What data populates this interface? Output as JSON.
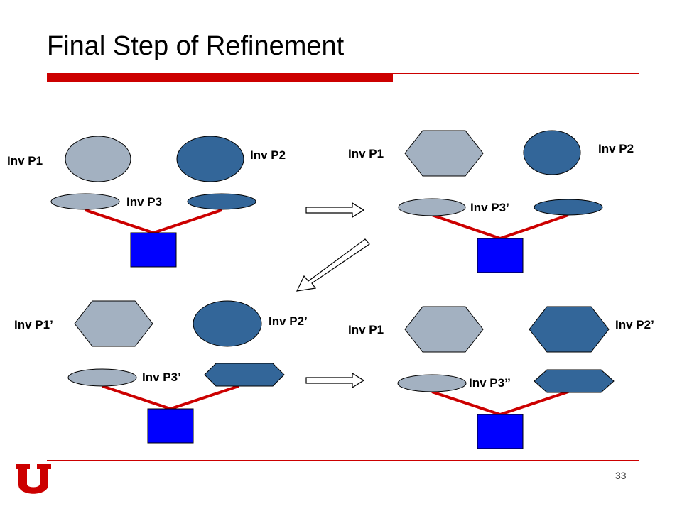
{
  "slide": {
    "title": "Final Step of Refinement",
    "page_number": "33"
  },
  "colors": {
    "light_shape": "#a3b1c1",
    "dark_shape": "#336699",
    "box": "#0000ff",
    "connector": "#cc0000",
    "accent": "#cc0000"
  },
  "panels": {
    "top_left": {
      "p1": "Inv P1",
      "p2": "Inv P2",
      "p3": "Inv P3"
    },
    "top_right": {
      "p1": "Inv P1",
      "p2": "Inv P2",
      "p3": "Inv P3’"
    },
    "bottom_left": {
      "p1": "Inv P1’",
      "p2": "Inv P2’",
      "p3": "Inv P3’"
    },
    "bottom_right": {
      "p1": "Inv P1",
      "p2": "Inv P2’",
      "p3": "Inv P3’’"
    }
  }
}
